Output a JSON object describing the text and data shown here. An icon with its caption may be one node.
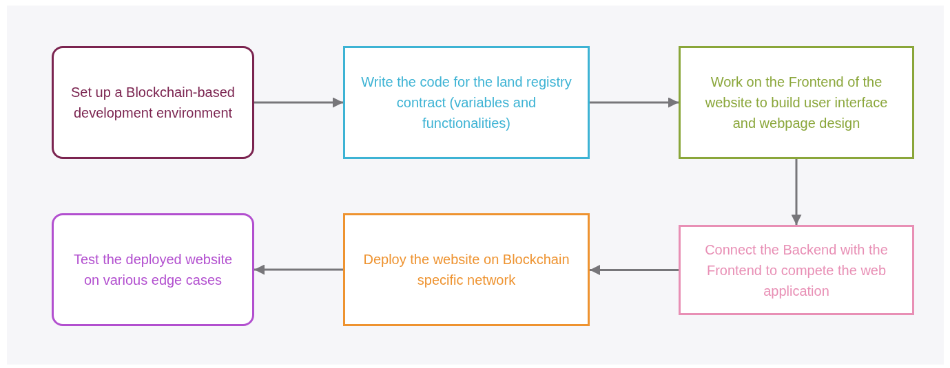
{
  "diagram": {
    "nodes": [
      {
        "text": [
          "Set up a Blockchain-based development environment"
        ]
      },
      {
        "text": [
          "Write the code for the land registry contract (variables and functionalities)"
        ]
      },
      {
        "text": [
          "Work on the Frontend of the website to build user interface and webpage design"
        ]
      },
      {
        "text": [
          "Connect the Backend with the Frontend to compete the web application"
        ]
      },
      {
        "text": [
          "Deploy the website on Blockchain specific network"
        ]
      },
      {
        "text": [
          "Test the deployed website on various edge cases"
        ]
      }
    ],
    "edges": [
      {
        "from": 0,
        "to": 1,
        "arrow": "to"
      },
      {
        "from": 1,
        "to": 2,
        "arrow": "to"
      },
      {
        "from": 2,
        "to": 3,
        "arrow": "to"
      },
      {
        "from": 3,
        "to": 4,
        "arrow": "to"
      },
      {
        "from": 4,
        "to": 5,
        "arrow": "to"
      }
    ]
  }
}
